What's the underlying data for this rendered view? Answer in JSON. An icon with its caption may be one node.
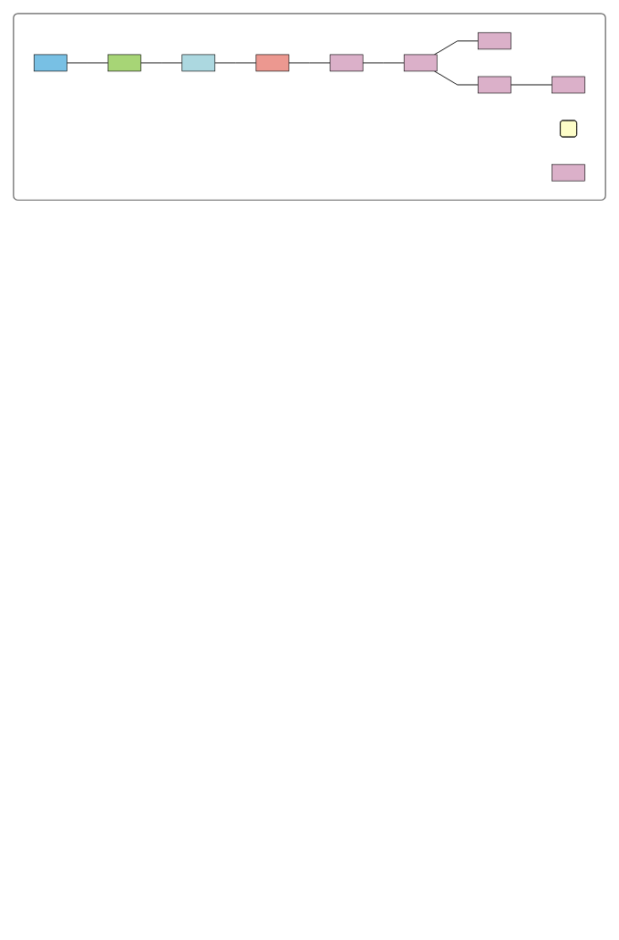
{
  "diagram": {
    "nodes": [
      {
        "text": [],
        "shape": "box"
      },
      {
        "text": [],
        "shape": "box",
        "in": 0
      },
      {
        "text": [],
        "shape": "box",
        "in": 0
      },
      {
        "text": [],
        "shape": "box",
        "in": 0
      },
      {
        "text": [],
        "shape": "box",
        "in": 0
      },
      {
        "text": [],
        "shape": "box",
        "in": 0
      },
      {
        "text": [],
        "shape": "box",
        "in": 0
      },
      {
        "text": [],
        "shape": "box",
        "in": 0
      },
      {
        "text": [],
        "shape": "box",
        "in": 0
      },
      {
        "text": [],
        "shape": "box",
        "in": 0
      },
      {
        "text": [],
        "shape": "box",
        "in": 0
      },
      {
        "text": [],
        "shape": "box",
        "in": 0
      }
    ],
    "edges": [
      {
        "from": 1,
        "to": 2,
        "arrow": "none"
      },
      {
        "from": 2,
        "to": 3,
        "arrow": "none"
      },
      {
        "from": 3,
        "to": 4,
        "arrow": "none"
      },
      {
        "from": 4,
        "to": 5,
        "arrow": "none"
      },
      {
        "from": 5,
        "to": 6,
        "arrow": "none"
      },
      {
        "from": 6,
        "to": 7,
        "arrow": "none"
      },
      {
        "from": 6,
        "to": 9,
        "arrow": "none"
      },
      {
        "from": 9,
        "to": 10,
        "arrow": "none"
      }
    ]
  }
}
